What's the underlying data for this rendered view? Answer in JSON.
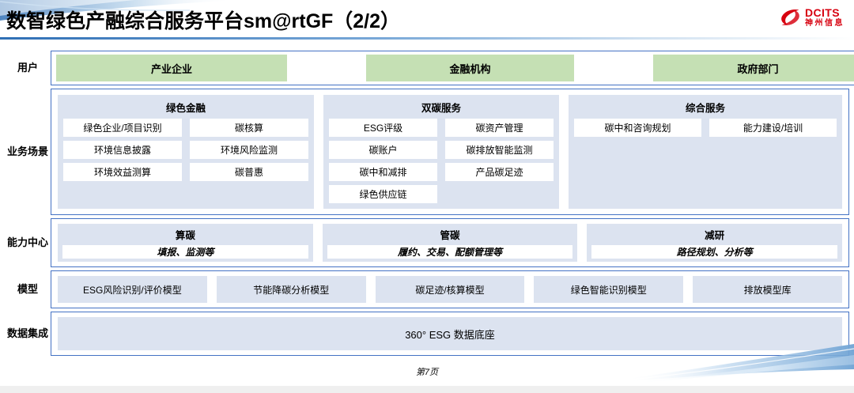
{
  "header": {
    "title": "数智绿色产融综合服务平台sm@rtGF（2/2）",
    "logo": {
      "name": "dcits-logo",
      "en": "DCITS",
      "cn": "神州信息",
      "color": "#d7000f"
    }
  },
  "colors": {
    "frame_border": "#4472c4",
    "user_chip": "#c5e0b4",
    "panel_bg": "#dce3f0",
    "cell_bg": "#ffffff",
    "page_bg": "#ffffff"
  },
  "rows": [
    {
      "key": "user",
      "label": "用户",
      "chips": [
        {
          "label": "产业企业"
        },
        {
          "label": "金融机构"
        },
        {
          "label": "政府部门"
        }
      ]
    },
    {
      "key": "business_scenario",
      "label": "业务场景",
      "panels": [
        {
          "title": "绿色金融",
          "items": [
            "绿色企业/项目识别",
            "碳核算",
            "环境信息披露",
            "环境风险监测",
            "环境效益测算",
            "碳普惠"
          ]
        },
        {
          "title": "双碳服务",
          "items": [
            "ESG评级",
            "碳资产管理",
            "碳账户",
            "碳排放智能监测",
            "碳中和减排",
            "产品碳足迹",
            "绿色供应链"
          ]
        },
        {
          "title": "综合服务",
          "items": [
            "碳中和咨询规划",
            "能力建设/培训"
          ]
        }
      ]
    },
    {
      "key": "capability_center",
      "label": "能力中心",
      "panels": [
        {
          "title": "算碳",
          "subtitle": "填报、监测等"
        },
        {
          "title": "管碳",
          "subtitle": "履约、交易、配额管理等"
        },
        {
          "title": "减研",
          "subtitle": "路径规划、分析等"
        }
      ]
    },
    {
      "key": "model",
      "label": "模型",
      "chips": [
        {
          "label": "ESG风险识别/评价模型"
        },
        {
          "label": "节能降碳分析模型"
        },
        {
          "label": "碳足迹/核算模型"
        },
        {
          "label": "绿色智能识别模型"
        },
        {
          "label": "排放模型库"
        }
      ]
    },
    {
      "key": "data_integration",
      "label": "数据集成",
      "chips": [
        {
          "label": "360° ESG 数据底座"
        }
      ]
    }
  ],
  "footer": {
    "page_number": "第7页"
  }
}
